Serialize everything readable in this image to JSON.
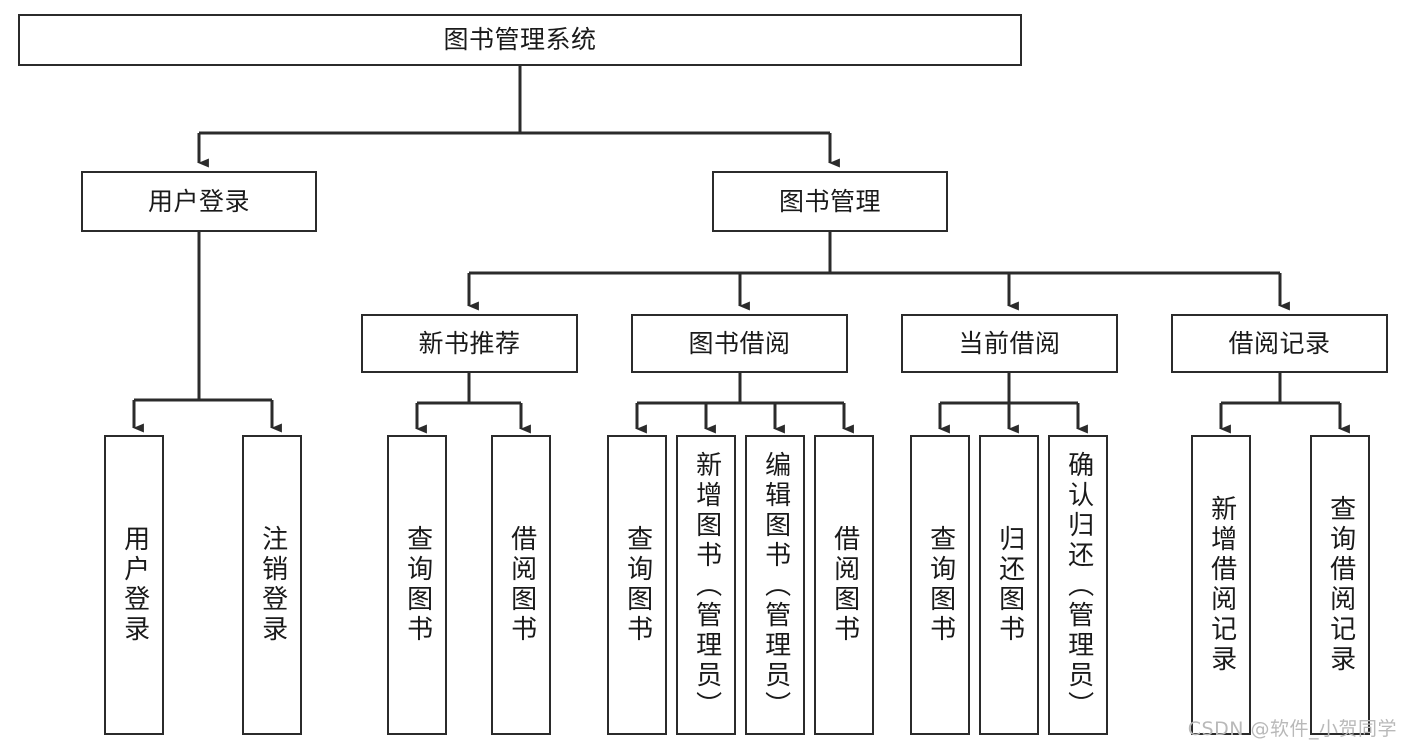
{
  "diagram": {
    "type": "tree-hierarchy-chart",
    "title": "图书管理系统",
    "line_color": "#2b2b2b",
    "box_fill": "#ffffff",
    "text_color": "#1a1a1a",
    "watermark": "CSDN @软件_小贺同学",
    "nodes": {
      "root": {
        "label": "图书管理系统"
      },
      "level2": [
        {
          "label": "用户登录"
        },
        {
          "label": "图书管理"
        }
      ],
      "level3": [
        {
          "label": "新书推荐"
        },
        {
          "label": "图书借阅"
        },
        {
          "label": "当前借阅"
        },
        {
          "label": "借阅记录"
        }
      ],
      "leaves": {
        "user_login": [
          {
            "label": "用户登录"
          },
          {
            "label": "注销登录"
          }
        ],
        "new_book_recommend": [
          {
            "label": "查询图书"
          },
          {
            "label": "借阅图书"
          }
        ],
        "book_borrow": [
          {
            "label": "查询图书"
          },
          {
            "label": "新增图书（管理员）"
          },
          {
            "label": "编辑图书（管理员）"
          },
          {
            "label": "借阅图书"
          }
        ],
        "current_borrow": [
          {
            "label": "查询图书"
          },
          {
            "label": "归还图书"
          },
          {
            "label": "确认归还（管理员）"
          }
        ],
        "borrow_record": [
          {
            "label": "新增借阅记录"
          },
          {
            "label": "查询借阅记录"
          }
        ]
      }
    }
  }
}
